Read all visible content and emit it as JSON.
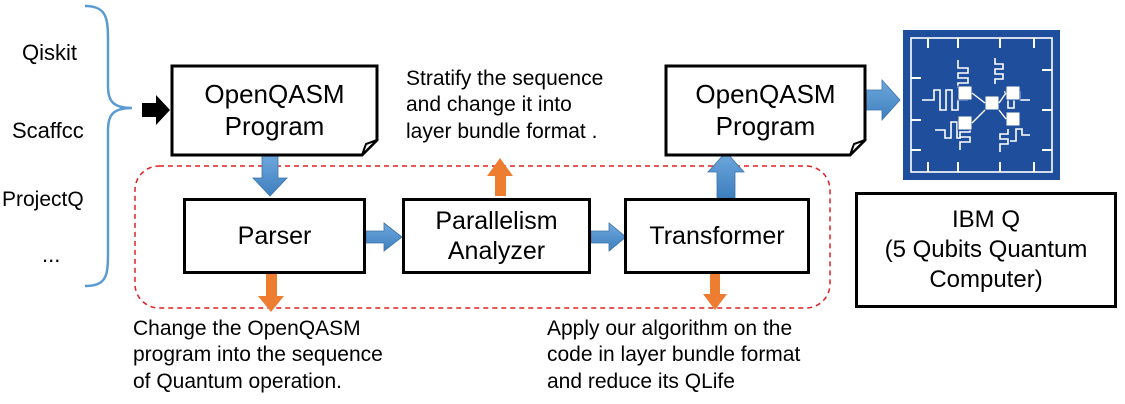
{
  "sources": [
    "Qiskit",
    "Scaffcc",
    "ProjectQ",
    "..."
  ],
  "program_in": {
    "line1": "OpenQASM",
    "line2": "Program"
  },
  "program_out": {
    "line1": "OpenQASM",
    "line2": "Program"
  },
  "stages": {
    "parser": "Parser",
    "analyzer_line1": "Parallelism",
    "analyzer_line2": "Analyzer",
    "transformer": "Transformer"
  },
  "notes": {
    "stratify": [
      "Stratify the sequence",
      "and change it into",
      "layer bundle format ."
    ],
    "change": [
      "Change the OpenQASM",
      "program into the sequence",
      "of Quantum operation."
    ],
    "apply": [
      "Apply our algorithm on the",
      "code in layer bundle format",
      "and reduce its QLife"
    ]
  },
  "target": {
    "line1": "IBM Q",
    "line2": "(5 Qubits Quantum",
    "line3": "Computer)"
  },
  "colors": {
    "flow_arrow": "#5b9bd5",
    "note_arrow": "#ed7d31",
    "group_outline": "#e02020",
    "chip_blue": "#1f4e9c",
    "brace": "#5b9bd5"
  },
  "icons": {
    "chip": "quantum-chip-icon"
  }
}
